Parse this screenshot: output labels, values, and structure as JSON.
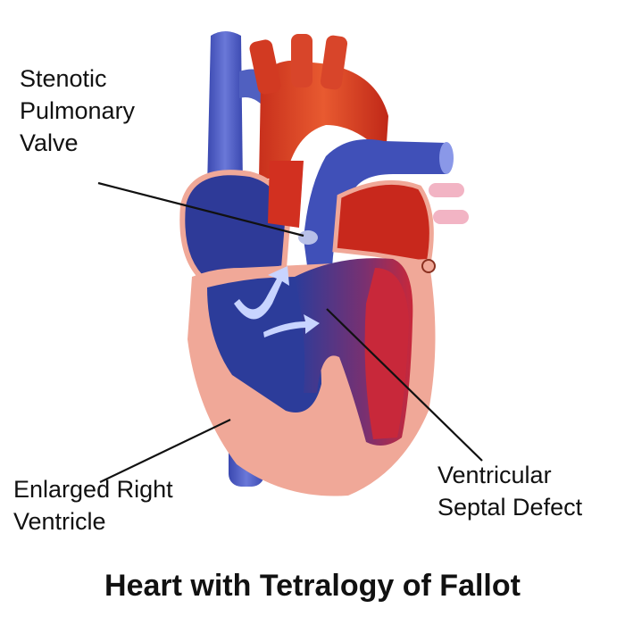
{
  "title": "Heart with Tetralogy of Fallot",
  "labels": {
    "pulmonary_valve": [
      "Stenotic",
      "Pulmonary",
      "Valve"
    ],
    "right_ventricle": [
      "Enlarged Right",
      "Ventricle"
    ],
    "septal_defect": [
      "Ventricular",
      "Septal Defect"
    ]
  },
  "colors": {
    "deoxygenated": "#3a4fa8",
    "oxygenated": "#d8402a",
    "myocardium": "#f0a898",
    "flow_arrow": "#c8d4ff"
  }
}
